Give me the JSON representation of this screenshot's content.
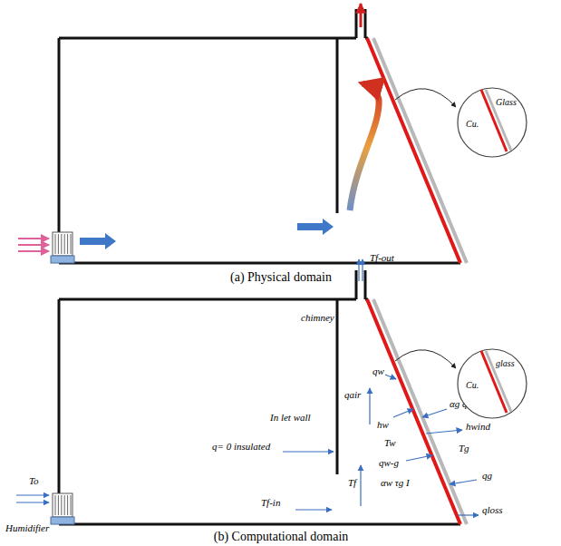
{
  "diagram": {
    "nodes": [
      {
        "text": [
          "Cu.",
          "Glass"
        ]
      },
      {
        "text": [
          "Cu.",
          "glass"
        ]
      }
    ],
    "labels": [
      "(a) Physical domain",
      "(b) Computational domain",
      "Tf-out",
      "chimney",
      "qair",
      "qw",
      "In let wall",
      "q= 0 insulated",
      "Tf",
      "Tf-in",
      "hw",
      "Tw",
      "qw-g",
      "αw τg I",
      "αg qsol",
      "hwind",
      "Tg",
      "qg",
      "qloss",
      "To",
      "Humidifier"
    ]
  }
}
